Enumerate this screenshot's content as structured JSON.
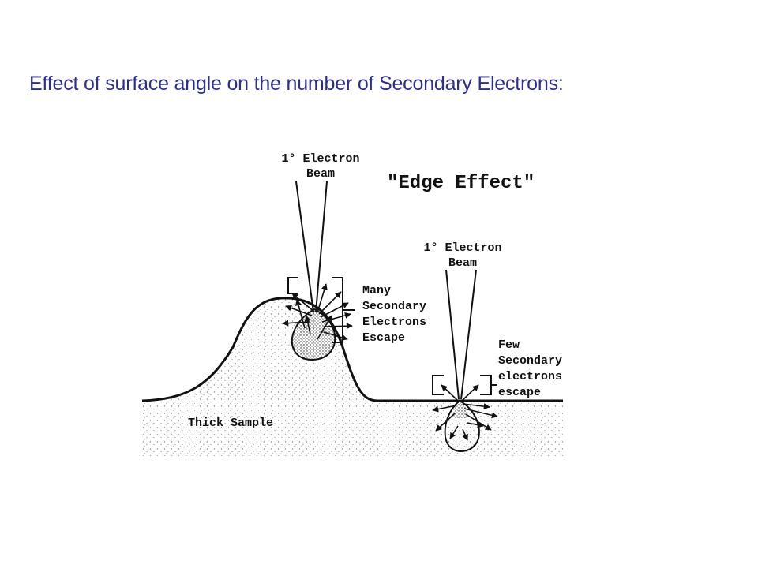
{
  "slide": {
    "title": "Effect of surface angle on the number of Secondary Electrons:"
  },
  "diagram": {
    "edge_effect_label": "\"Edge Effect\"",
    "beam_left": {
      "line1": "1° Electron",
      "line2": "Beam"
    },
    "beam_right": {
      "line1": "1° Electron",
      "line2": "Beam"
    },
    "many_label": [
      "Many",
      "Secondary",
      "Electrons",
      "Escape"
    ],
    "few_label": [
      "Few",
      "Secondary",
      "electrons",
      "escape"
    ],
    "sample_label": "Thick Sample"
  }
}
